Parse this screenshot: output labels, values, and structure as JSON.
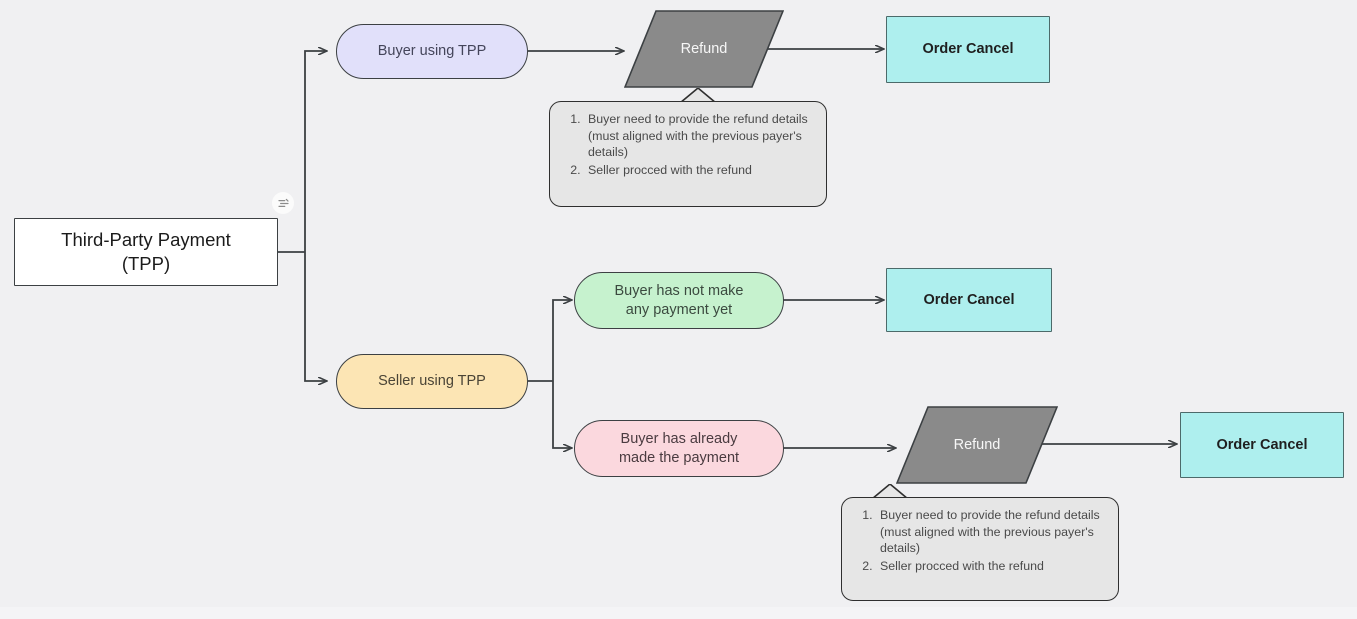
{
  "diagram": {
    "title": "Third-Party Payment (TPP) refund flow",
    "background_color": "#f0f0f2",
    "nodes": {
      "root": {
        "label": "Third-Party Payment\n(TPP)",
        "line1": "Third-Party Payment",
        "line2": "(TPP)",
        "shape": "rectangle",
        "fill": "#ffffff"
      },
      "buyer_using_tpp": {
        "label": "Buyer using TPP",
        "shape": "stadium",
        "fill": "#e1e0fa"
      },
      "seller_using_tpp": {
        "label": "Seller using TPP",
        "shape": "stadium",
        "fill": "#fce5b4"
      },
      "no_payment_yet": {
        "line1": "Buyer has not make",
        "line2": "any payment yet",
        "shape": "stadium",
        "fill": "#c6f2ce"
      },
      "already_paid": {
        "line1": "Buyer has already",
        "line2": "made the payment",
        "shape": "stadium",
        "fill": "#fbd8de"
      },
      "refund_top": {
        "label": "Refund",
        "shape": "parallelogram",
        "fill": "#8a8a8a"
      },
      "refund_bottom": {
        "label": "Refund",
        "shape": "parallelogram",
        "fill": "#8a8a8a"
      },
      "order_cancel_top": {
        "label": "Order Cancel",
        "shape": "rectangle",
        "fill": "#aeefee"
      },
      "order_cancel_mid": {
        "label": "Order Cancel",
        "shape": "rectangle",
        "fill": "#aeefee"
      },
      "order_cancel_bottom": {
        "label": "Order Cancel",
        "shape": "rectangle",
        "fill": "#aeefee"
      }
    },
    "notes": {
      "top": {
        "item1": "Buyer need to provide the refund details (must aligned with the previous payer's details)",
        "item2": "Seller procced with the refund"
      },
      "bottom": {
        "item1": "Buyer need to provide the refund details (must aligned with the previous payer's details)",
        "item2": "Seller procced with the refund"
      }
    },
    "badge": {
      "name": "flow-branch-badge"
    }
  }
}
